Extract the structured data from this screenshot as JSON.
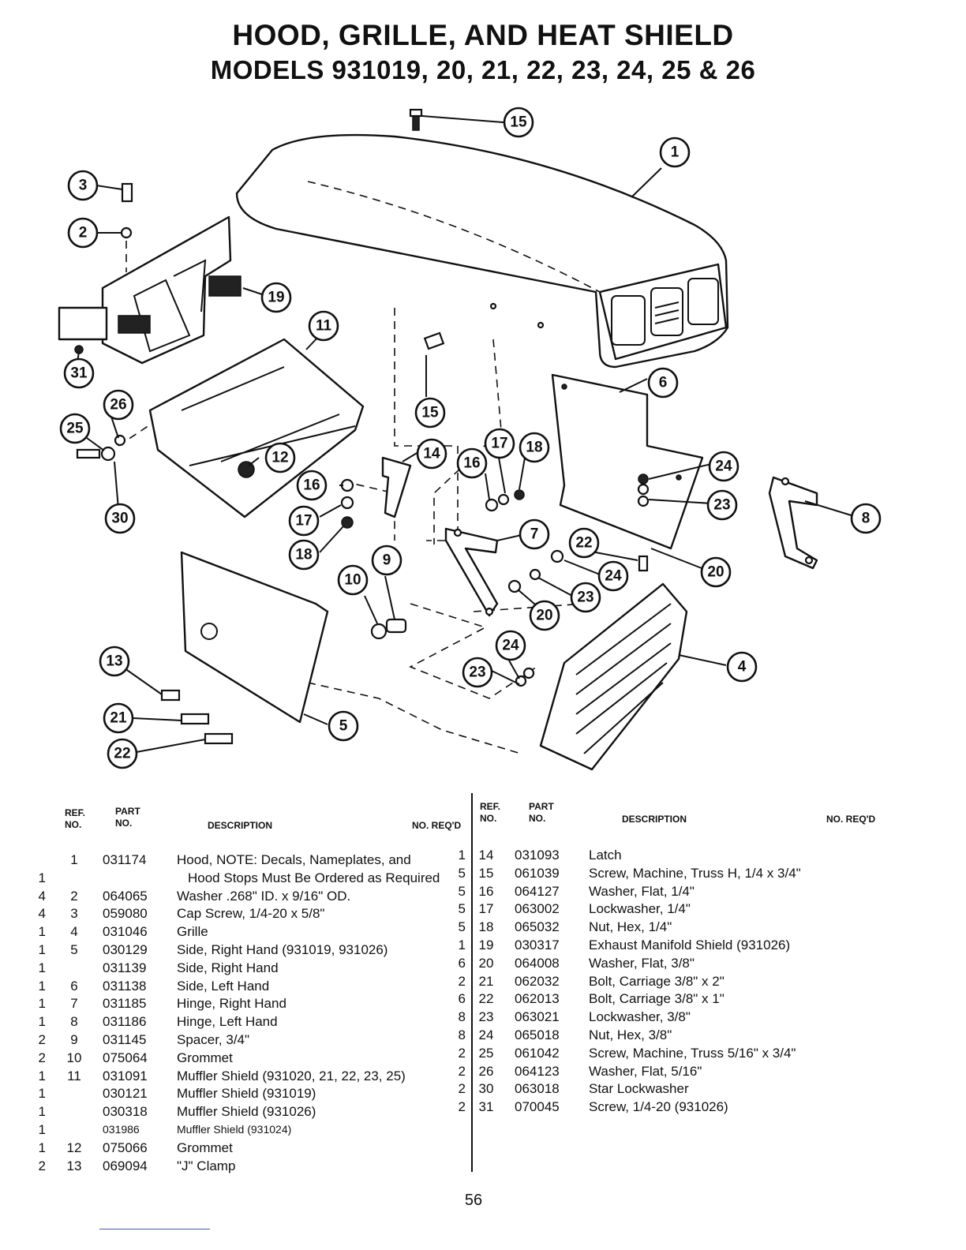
{
  "title_line1": "HOOD, GRILLE, AND HEAT SHIELD",
  "title_line2": "MODELS 931019, 20, 21, 22, 23, 24, 25 & 26",
  "callouts": [
    "15",
    "1",
    "3",
    "2",
    "19",
    "11",
    "31",
    "26",
    "25",
    "12",
    "30",
    "15",
    "14",
    "17",
    "18",
    "16",
    "6",
    "24",
    "23",
    "8",
    "16",
    "17",
    "18",
    "7",
    "22",
    "24",
    "20",
    "10",
    "9",
    "23",
    "20",
    "24",
    "23",
    "4",
    "13",
    "21",
    "5",
    "22"
  ],
  "table_headers": {
    "ref": "REF.",
    "no": "NO.",
    "part": "PART",
    "part_no": "NO.",
    "description": "DESCRIPTION",
    "qty": "NO. REQ'D"
  },
  "left_rows": [
    {
      "ref": "1",
      "part": "031174",
      "desc": "Hood, NOTE: Decals, Nameplates, and",
      "qty": ""
    },
    {
      "ref": "",
      "part": "",
      "desc": "Hood Stops Must Be Ordered as Required",
      "qty": "1"
    },
    {
      "ref": "2",
      "part": "064065",
      "desc": "Washer .268\" ID. x 9/16\" OD.",
      "qty": "4"
    },
    {
      "ref": "3",
      "part": "059080",
      "desc": "Cap Screw, 1/4-20 x 5/8\"",
      "qty": "4"
    },
    {
      "ref": "4",
      "part": "031046",
      "desc": "Grille",
      "qty": "1"
    },
    {
      "ref": "5",
      "part": "030129",
      "desc": "Side, Right Hand (931019, 931026)",
      "qty": "1"
    },
    {
      "ref": "",
      "part": "031139",
      "desc": "Side, Right Hand",
      "qty": "1"
    },
    {
      "ref": "6",
      "part": "031138",
      "desc": "Side, Left Hand",
      "qty": "1"
    },
    {
      "ref": "7",
      "part": "031185",
      "desc": "Hinge, Right Hand",
      "qty": "1"
    },
    {
      "ref": "8",
      "part": "031186",
      "desc": "Hinge, Left Hand",
      "qty": "1"
    },
    {
      "ref": "9",
      "part": "031145",
      "desc": "Spacer, 3/4\"",
      "qty": "2"
    },
    {
      "ref": "10",
      "part": "075064",
      "desc": "Grommet",
      "qty": "2"
    },
    {
      "ref": "11",
      "part": "031091",
      "desc": "Muffler Shield (931020, 21, 22, 23, 25)",
      "qty": "1"
    },
    {
      "ref": "",
      "part": "030121",
      "desc": "Muffler Shield (931019)",
      "qty": "1"
    },
    {
      "ref": "",
      "part": "030318",
      "desc": "Muffler Shield (931026)",
      "qty": "1"
    },
    {
      "ref": "",
      "part": "031986",
      "desc": "Muffler Shield (931024)",
      "qty": "1"
    },
    {
      "ref": "12",
      "part": "075066",
      "desc": "Grommet",
      "qty": "1"
    },
    {
      "ref": "13",
      "part": "069094",
      "desc": "\"J\" Clamp",
      "qty": "2"
    }
  ],
  "right_rows": [
    {
      "ref": "14",
      "part": "031093",
      "desc": "Latch",
      "qty": "1"
    },
    {
      "ref": "15",
      "part": "061039",
      "desc": "Screw, Machine, Truss H, 1/4 x 3/4\"",
      "qty": "5"
    },
    {
      "ref": "16",
      "part": "064127",
      "desc": "Washer, Flat, 1/4\"",
      "qty": "5"
    },
    {
      "ref": "17",
      "part": "063002",
      "desc": "Lockwasher, 1/4\"",
      "qty": "5"
    },
    {
      "ref": "18",
      "part": "065032",
      "desc": "Nut, Hex, 1/4\"",
      "qty": "5"
    },
    {
      "ref": "19",
      "part": "030317",
      "desc": "Exhaust Manifold Shield (931026)",
      "qty": "1"
    },
    {
      "ref": "20",
      "part": "064008",
      "desc": "Washer, Flat, 3/8\"",
      "qty": "6"
    },
    {
      "ref": "21",
      "part": "062032",
      "desc": "Bolt, Carriage 3/8\" x 2\"",
      "qty": "2"
    },
    {
      "ref": "22",
      "part": "062013",
      "desc": "Bolt, Carriage 3/8\" x 1\"",
      "qty": "6"
    },
    {
      "ref": "23",
      "part": "063021",
      "desc": "Lockwasher, 3/8\"",
      "qty": "8"
    },
    {
      "ref": "24",
      "part": "065018",
      "desc": "Nut, Hex, 3/8\"",
      "qty": "8"
    },
    {
      "ref": "25",
      "part": "061042",
      "desc": "Screw, Machine, Truss 5/16\" x 3/4\"",
      "qty": "2"
    },
    {
      "ref": "26",
      "part": "064123",
      "desc": "Washer, Flat, 5/16\"",
      "qty": "2"
    },
    {
      "ref": "30",
      "part": "063018",
      "desc": "Star Lockwasher",
      "qty": "2"
    },
    {
      "ref": "31",
      "part": "070045",
      "desc": "Screw, 1/4-20 (931026)",
      "qty": "2"
    }
  ],
  "page_number": "56"
}
